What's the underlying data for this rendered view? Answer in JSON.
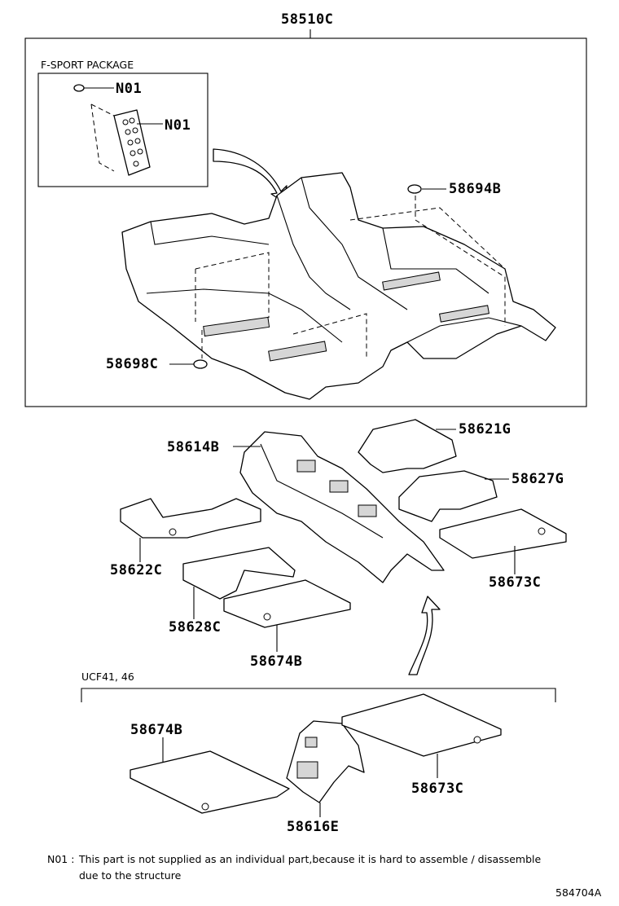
{
  "labels": {
    "main_assembly": "58510C",
    "package_title": "F-SPORT  PACKAGE",
    "n01_clip": "N01",
    "n01_pad": "N01",
    "clip_58694b": "58694B",
    "clip_58698c": "58698C",
    "p58614b": "58614B",
    "p58621g": "58621G",
    "p58627g": "58627G",
    "p58622c": "58622C",
    "p58673c": "58673C",
    "p58628c": "58628C",
    "p58674b": "58674B",
    "variant_title": "UCF41, 46",
    "v58674b": "58674B",
    "v58673c": "58673C",
    "v58616e": "58616E"
  },
  "footnote": {
    "code": "N01 :",
    "line1": "This part is not supplied as an individual part,because it is hard to assemble / disassemble",
    "line2": "due to the structure"
  },
  "diagram_id": "584704A"
}
